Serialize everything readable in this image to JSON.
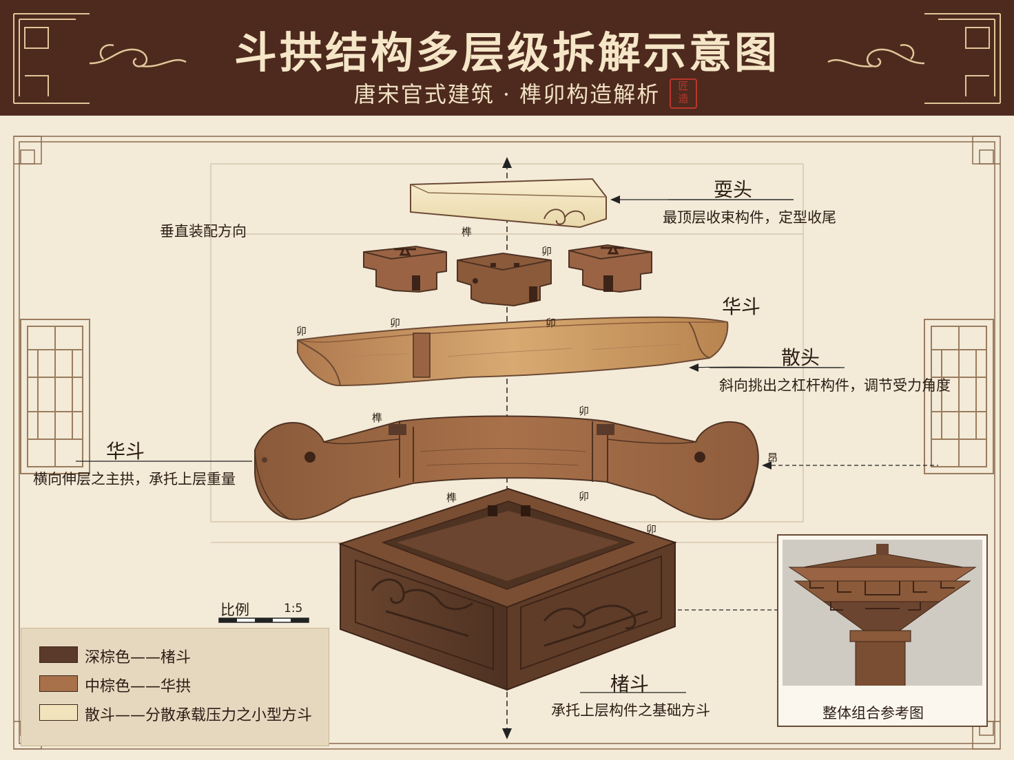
{
  "header": {
    "title": "斗拱结构多层级拆解示意图",
    "subtitle": "唐宋官式建筑 · 榫卯构造解析",
    "seal": "匠造"
  },
  "axis_label": "垂直装配方向",
  "parts": {
    "shuatou": {
      "name": "耍头",
      "desc": "最顶层收束构件，定型收尾"
    },
    "huadou_right": {
      "name": "华斗"
    },
    "santou": {
      "name": "散头",
      "desc": "斜向挑出之杠杆构件，调节受力角度"
    },
    "huadou_left": {
      "name": "华斗",
      "desc": "横向伸层之主拱，承托上层重量"
    },
    "zhudou": {
      "name": "楮斗",
      "desc": "承托上层构件之基础方斗"
    }
  },
  "joint_marks": {
    "sun": "榫",
    "mao": "卯",
    "ang": "昂"
  },
  "scale": {
    "label": "比例",
    "ratio": "1:5"
  },
  "legend": [
    {
      "color": "#5a3a2a",
      "label": "深棕色——楮斗"
    },
    {
      "color": "#a8714a",
      "label": "中棕色——华拱"
    },
    {
      "color": "#f1e4bd",
      "label": "散斗——分散承载压力之小型方斗"
    }
  ],
  "reference": {
    "caption": "整体组合参考图"
  },
  "colors": {
    "header_bg": "#4e2a1e",
    "paper": "#f3ead8",
    "dark_wood": "#5a3a2a",
    "mid_wood": "#a8714a",
    "light_wood": "#f1e4bd"
  }
}
